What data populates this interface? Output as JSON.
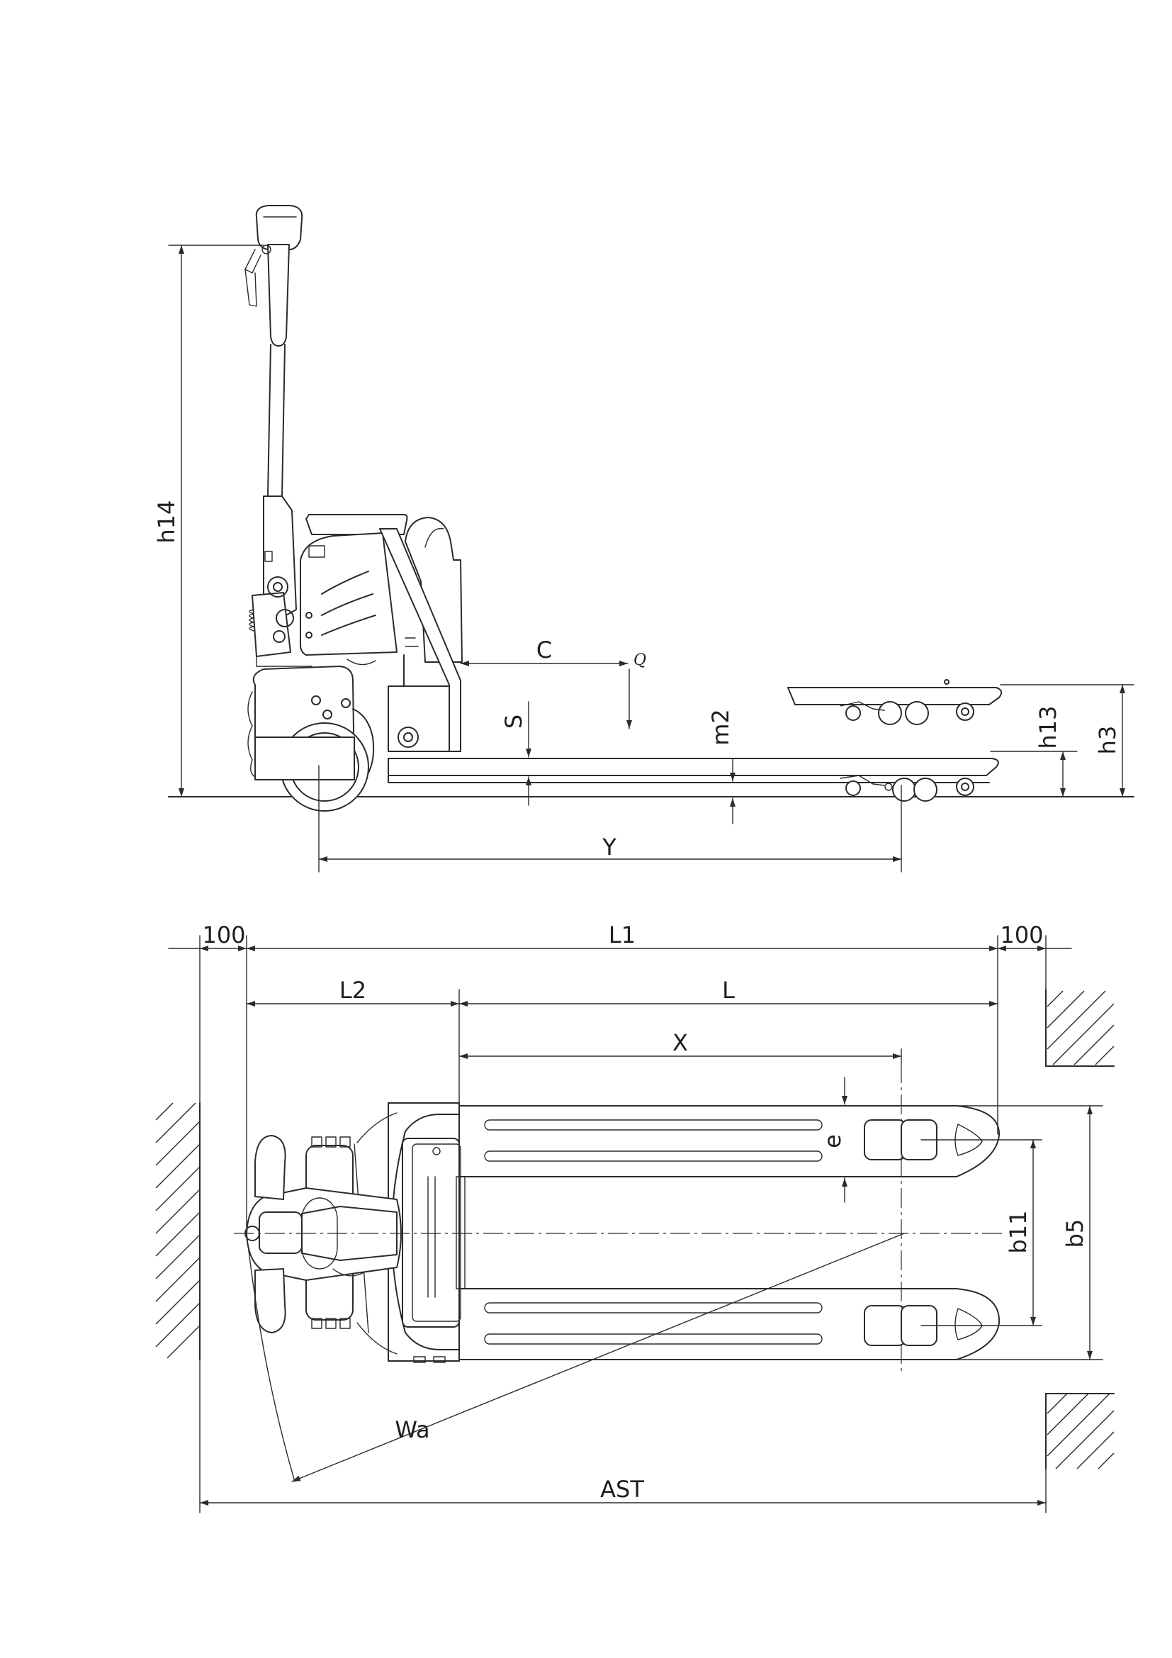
{
  "side_view": {
    "labels": {
      "h14": "h14",
      "C": "C",
      "Q": "Q",
      "S": "S",
      "m2": "m2",
      "h13": "h13",
      "h3": "h3",
      "Y": "Y"
    }
  },
  "top_view": {
    "labels": {
      "clearance_left": "100",
      "L1": "L1",
      "clearance_right": "100",
      "L2": "L2",
      "L": "L",
      "X": "X",
      "e": "e",
      "b11": "b11",
      "b5": "b5",
      "Wa": "Wa",
      "AST": "AST"
    }
  }
}
